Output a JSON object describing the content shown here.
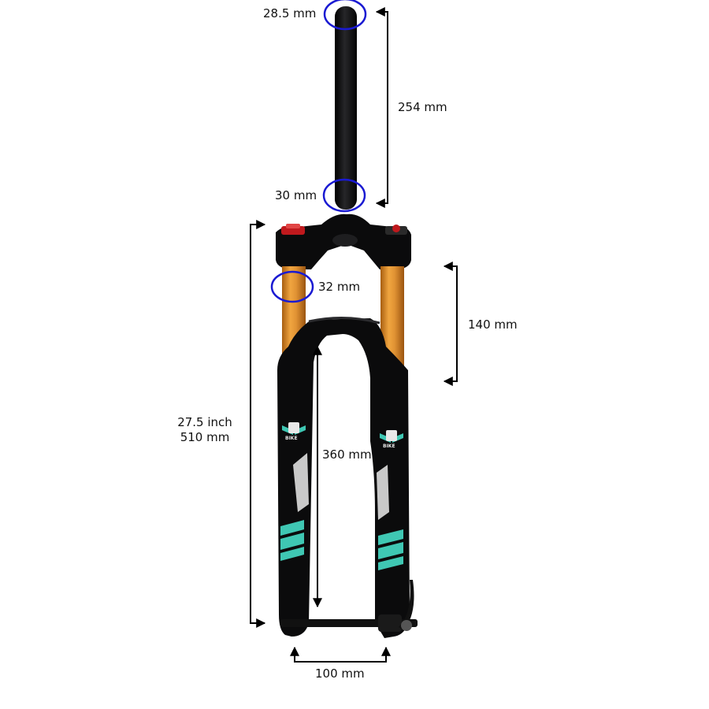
{
  "dimensions": {
    "steerer_top_diameter": "28.5 mm",
    "steerer_length": "254 mm",
    "steerer_base_diameter": "30 mm",
    "stanchion_diameter": "32 mm",
    "travel": "140 mm",
    "axle_to_crown_line1": "27.5 inch",
    "axle_to_crown_line2": "510 mm",
    "lower_leg_length": "360 mm",
    "axle_spacing": "100 mm"
  },
  "brand": {
    "logo_text": "BIKE",
    "leg_text": "BIKE"
  },
  "colors": {
    "background": "#ffffff",
    "fork_body": "#0d0d0f",
    "stanchion_gold": "#d88a1e",
    "accent_teal": "#3fc7b3",
    "decal_grey": "#c9c9c9",
    "knob_red": "#c0191d",
    "highlight_circle": "#1a1ad2",
    "dimension_line": "#000000"
  }
}
